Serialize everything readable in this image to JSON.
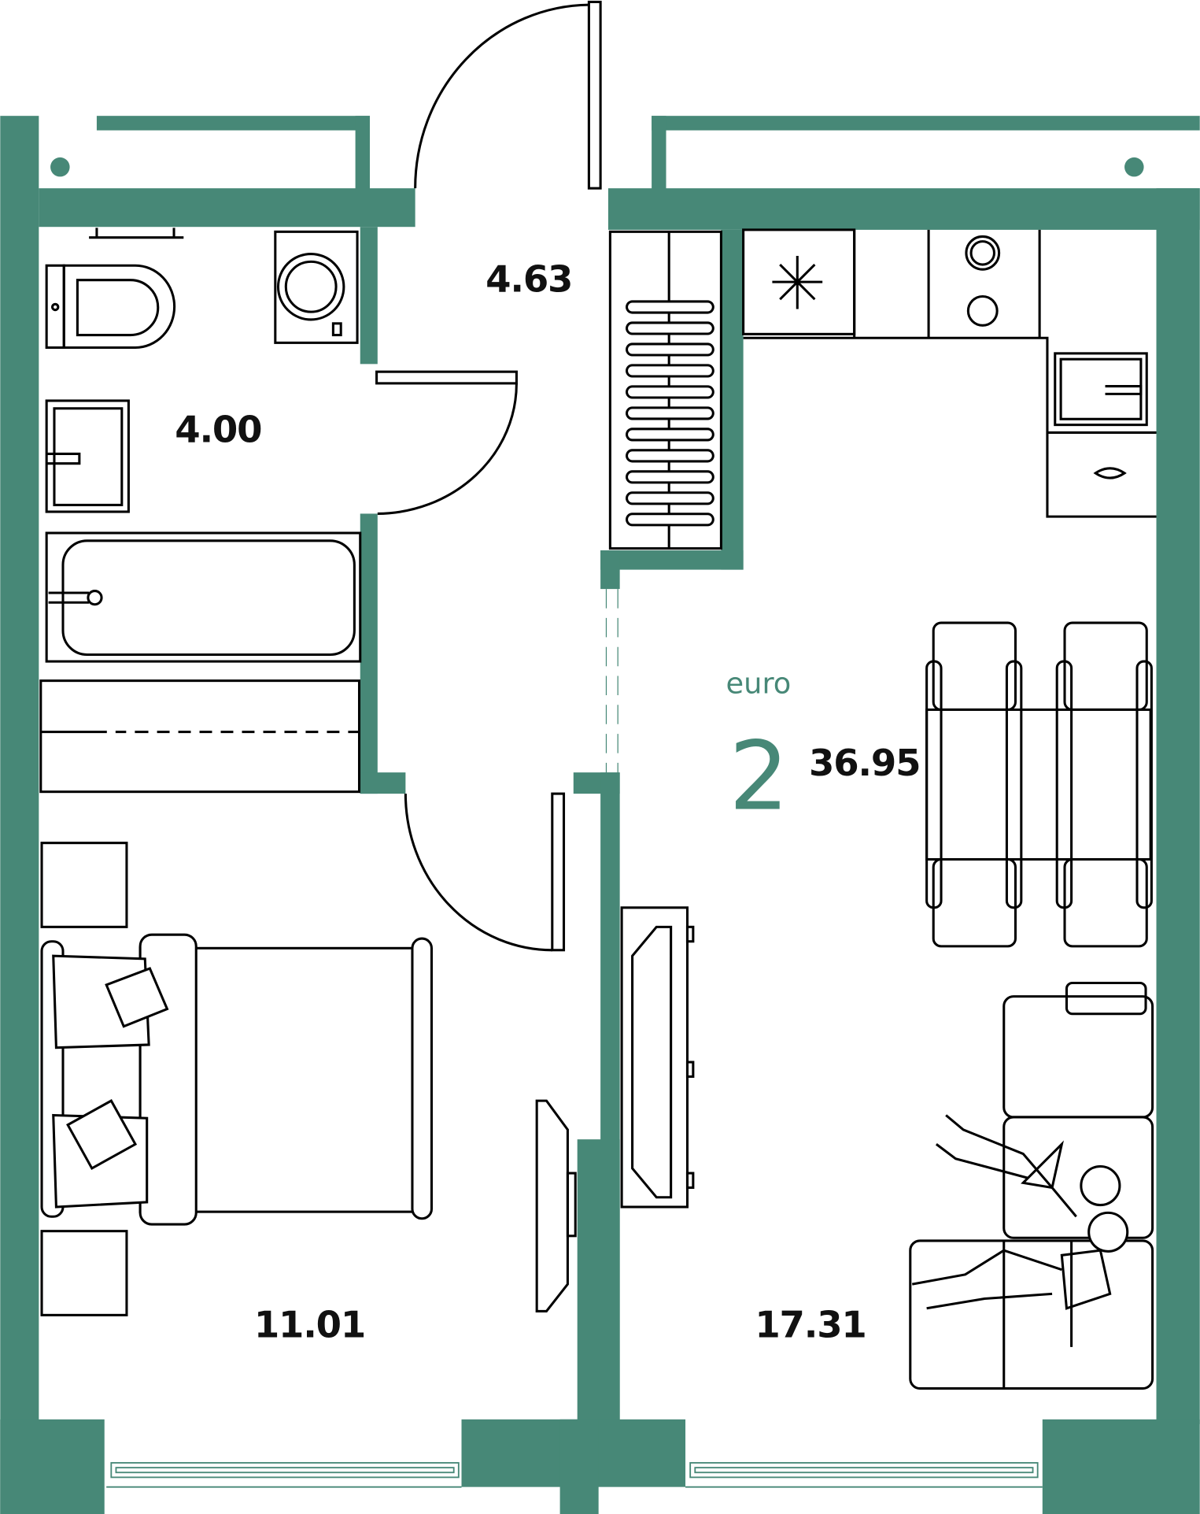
{
  "plan": {
    "type_label": "euro",
    "rooms_count": "2",
    "total_area": "36.95",
    "wall_color": "#478877"
  },
  "rooms": {
    "hall_area": "4.63",
    "bathroom_area": "4.00",
    "bedroom_area": "11.01",
    "living_kitchen_area": "17.31"
  }
}
